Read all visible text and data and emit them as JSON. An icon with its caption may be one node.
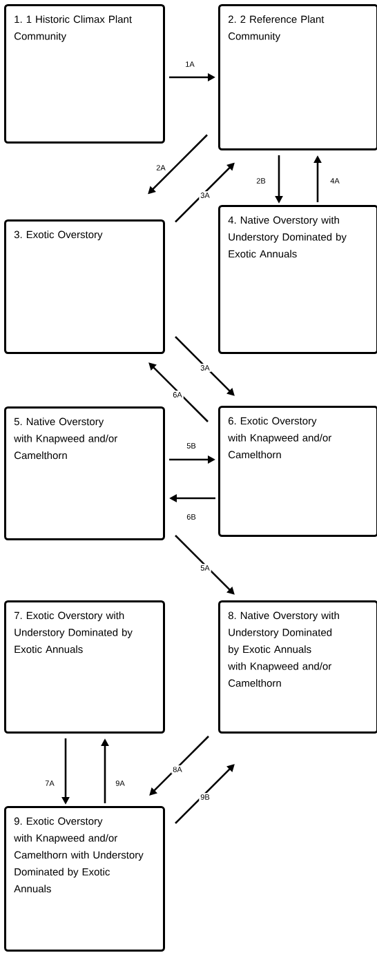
{
  "diagram": {
    "nodes": [
      {
        "text": [
          "1. 1 Historic Climax Plant Community"
        ]
      },
      {
        "text": [
          "2. 2 Reference Plant Community"
        ]
      },
      {
        "text": [
          "3. Exotic Overstory"
        ]
      },
      {
        "text": [
          "4. Native Overstory with Understory Dominated by Exotic Annuals"
        ]
      },
      {
        "text": [
          "5. Native Overstory with Knapweed and/or Camelthorn"
        ]
      },
      {
        "text": [
          "6. Exotic Overstory with Knapweed and/or Camelthorn"
        ]
      },
      {
        "text": [
          "7. Exotic Overstory with Understory Dominated by Exotic Annuals"
        ]
      },
      {
        "text": [
          "8. Native Overstory with Understory Dominated by Exotic Annuals with Knapweed and/or Camelthorn"
        ]
      },
      {
        "text": [
          "9. Exotic Overstory with Knapweed and/or Camelthorn with Understory Dominated by Exotic Annuals"
        ]
      }
    ],
    "edges": [
      {
        "from": 0,
        "to": 1,
        "arrow": "to",
        "label": "1A"
      },
      {
        "from": 1,
        "to": 2,
        "arrow": "to",
        "label": "2A"
      },
      {
        "from": 2,
        "to": 1,
        "arrow": "to",
        "label": "3A"
      },
      {
        "from": 1,
        "to": 3,
        "arrow": "to",
        "label": "2B"
      },
      {
        "from": 3,
        "to": 1,
        "arrow": "to",
        "label": "4A"
      },
      {
        "from": 2,
        "to": 5,
        "arrow": "to",
        "label": "3A"
      },
      {
        "from": 5,
        "to": 2,
        "arrow": "to",
        "label": "6A"
      },
      {
        "from": 4,
        "to": 5,
        "arrow": "to",
        "label": "5B"
      },
      {
        "from": 5,
        "to": 4,
        "arrow": "to",
        "label": "6B"
      },
      {
        "from": 4,
        "to": 7,
        "arrow": "to",
        "label": "5A"
      },
      {
        "from": 7,
        "to": 8,
        "arrow": "to",
        "label": "8A"
      },
      {
        "from": 8,
        "to": 7,
        "arrow": "to",
        "label": "9B"
      },
      {
        "from": 6,
        "to": 8,
        "arrow": "to",
        "label": "7A"
      },
      {
        "from": 8,
        "to": 6,
        "arrow": "to",
        "label": "9A"
      }
    ]
  }
}
